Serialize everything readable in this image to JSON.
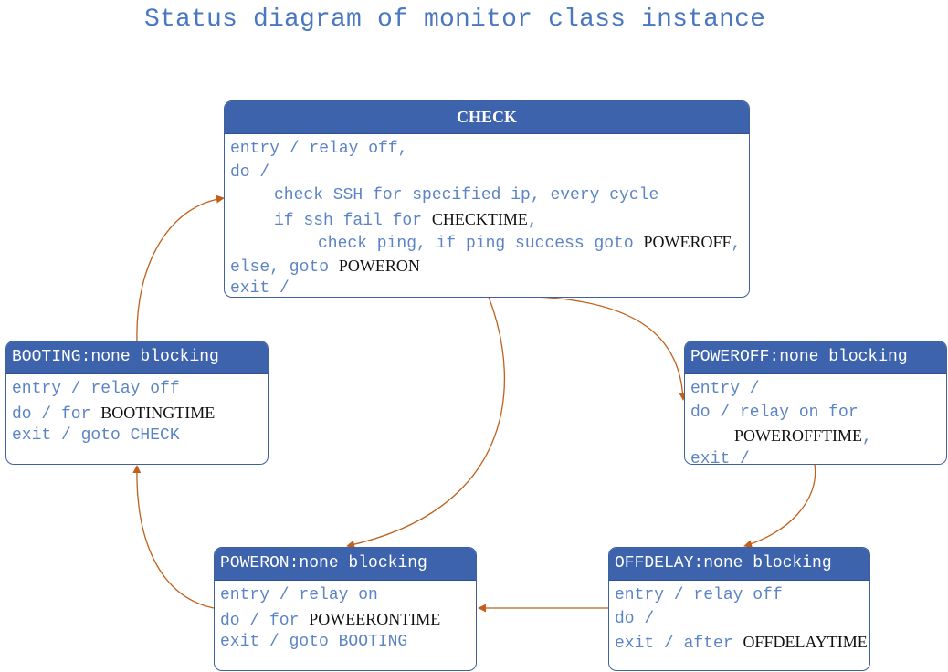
{
  "title": "Status diagram of monitor class instance",
  "states": {
    "check": {
      "name": "CHECK",
      "lines": [
        {
          "text": "entry / relay off,",
          "key": "",
          "tail": ""
        },
        {
          "text": "do /",
          "key": "",
          "tail": ""
        },
        {
          "text": "check SSH for specified ip, every cycle",
          "key": "",
          "tail": ""
        },
        {
          "text": "if ssh fail for ",
          "key": "CHECKTIME",
          "tail": ","
        },
        {
          "text": "check ping, if ping success goto ",
          "key": "POWEROFF",
          "tail": ","
        },
        {
          "text": "else, goto ",
          "key": "POWERON",
          "tail": ""
        },
        {
          "text": "exit /",
          "key": "",
          "tail": ""
        }
      ]
    },
    "booting": {
      "name": "BOOTING:none blocking",
      "lines": [
        {
          "text": "entry / relay off",
          "key": "",
          "tail": ""
        },
        {
          "text": "do / for ",
          "key": "BOOTINGTIME",
          "tail": ""
        },
        {
          "text": "exit / goto CHECK",
          "key": "",
          "tail": ""
        }
      ]
    },
    "poweroff": {
      "name": "POWEROFF:none blocking",
      "lines": [
        {
          "text": "entry /",
          "key": "",
          "tail": ""
        },
        {
          "text": "do / relay on for",
          "key": "",
          "tail": ""
        },
        {
          "text": "",
          "key": "POWEROFFTIME",
          "tail": ","
        },
        {
          "text": "exit /",
          "key": "",
          "tail": ""
        }
      ]
    },
    "poweron": {
      "name": "POWERON:none blocking",
      "lines": [
        {
          "text": "entry / relay on",
          "key": "",
          "tail": ""
        },
        {
          "text": "do / for ",
          "key": "POWEERONTIME",
          "tail": ""
        },
        {
          "text": "exit / goto BOOTING",
          "key": "",
          "tail": ""
        }
      ]
    },
    "offdelay": {
      "name": "OFFDELAY:none blocking",
      "lines": [
        {
          "text": "entry / relay off",
          "key": "",
          "tail": ""
        },
        {
          "text": "do /",
          "key": "",
          "tail": ""
        },
        {
          "text": "exit / after ",
          "key": "OFFDELAYTIME",
          "tail": ","
        }
      ]
    }
  },
  "colors": {
    "header": "#3d63ad",
    "border": "#3f5f9f",
    "body_text": "#5b84c4",
    "keyword_text": "#111111",
    "arrow": "#c0601a",
    "title": "#4a78c0"
  }
}
